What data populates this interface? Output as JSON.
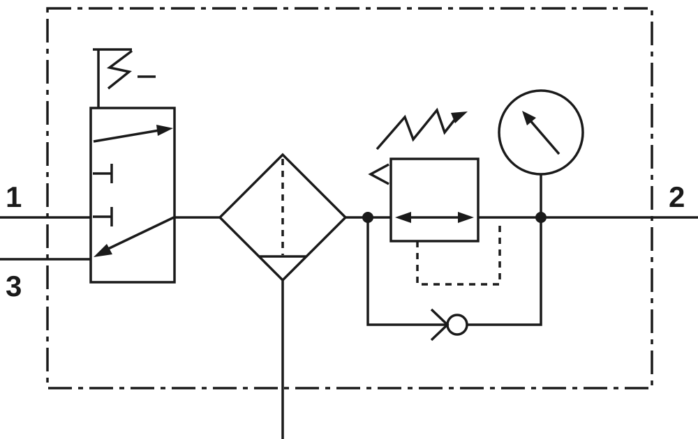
{
  "diagram": {
    "ports": {
      "p1": "1",
      "p2": "2",
      "p3": "3"
    },
    "colors": {
      "line": "#1a1a1a",
      "background": "#ffffff"
    },
    "components": [
      "enclosure-boundary-icon",
      "shutoff-valve-icon",
      "valve-actuator-icon",
      "filter-icon",
      "condensate-drain-icon",
      "pressure-regulator-icon",
      "regulator-spring-icon",
      "pressure-gauge-icon",
      "check-valve-icon"
    ]
  }
}
